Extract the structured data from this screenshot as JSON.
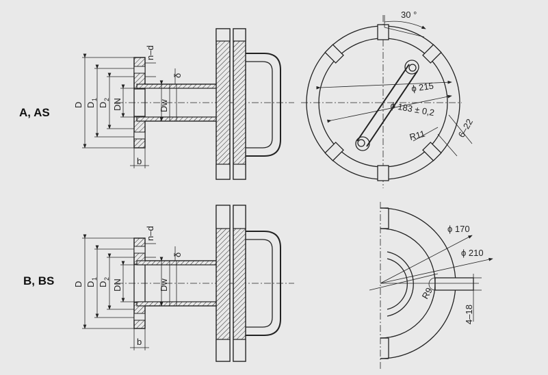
{
  "rows": [
    {
      "label": "A, AS"
    },
    {
      "label": "B, BS"
    }
  ],
  "section_dims": {
    "D": "D",
    "D1": "D",
    "D1_sub": "1",
    "D2": "D",
    "D2_sub": "2",
    "DN": "DN",
    "Dw": "Dw",
    "nd": "n–d",
    "delta": "δ",
    "b": "b"
  },
  "top_view": {
    "angle": "30 °",
    "dia_outer": "ϕ 215",
    "dia_bolt": "ϕ 183 ± 0,2",
    "radius": "R11",
    "slot": "6–22"
  },
  "bottom_view": {
    "dia_inner": "ϕ 170",
    "dia_outer": "ϕ 210",
    "radius": "R9",
    "slot": "4–18"
  }
}
